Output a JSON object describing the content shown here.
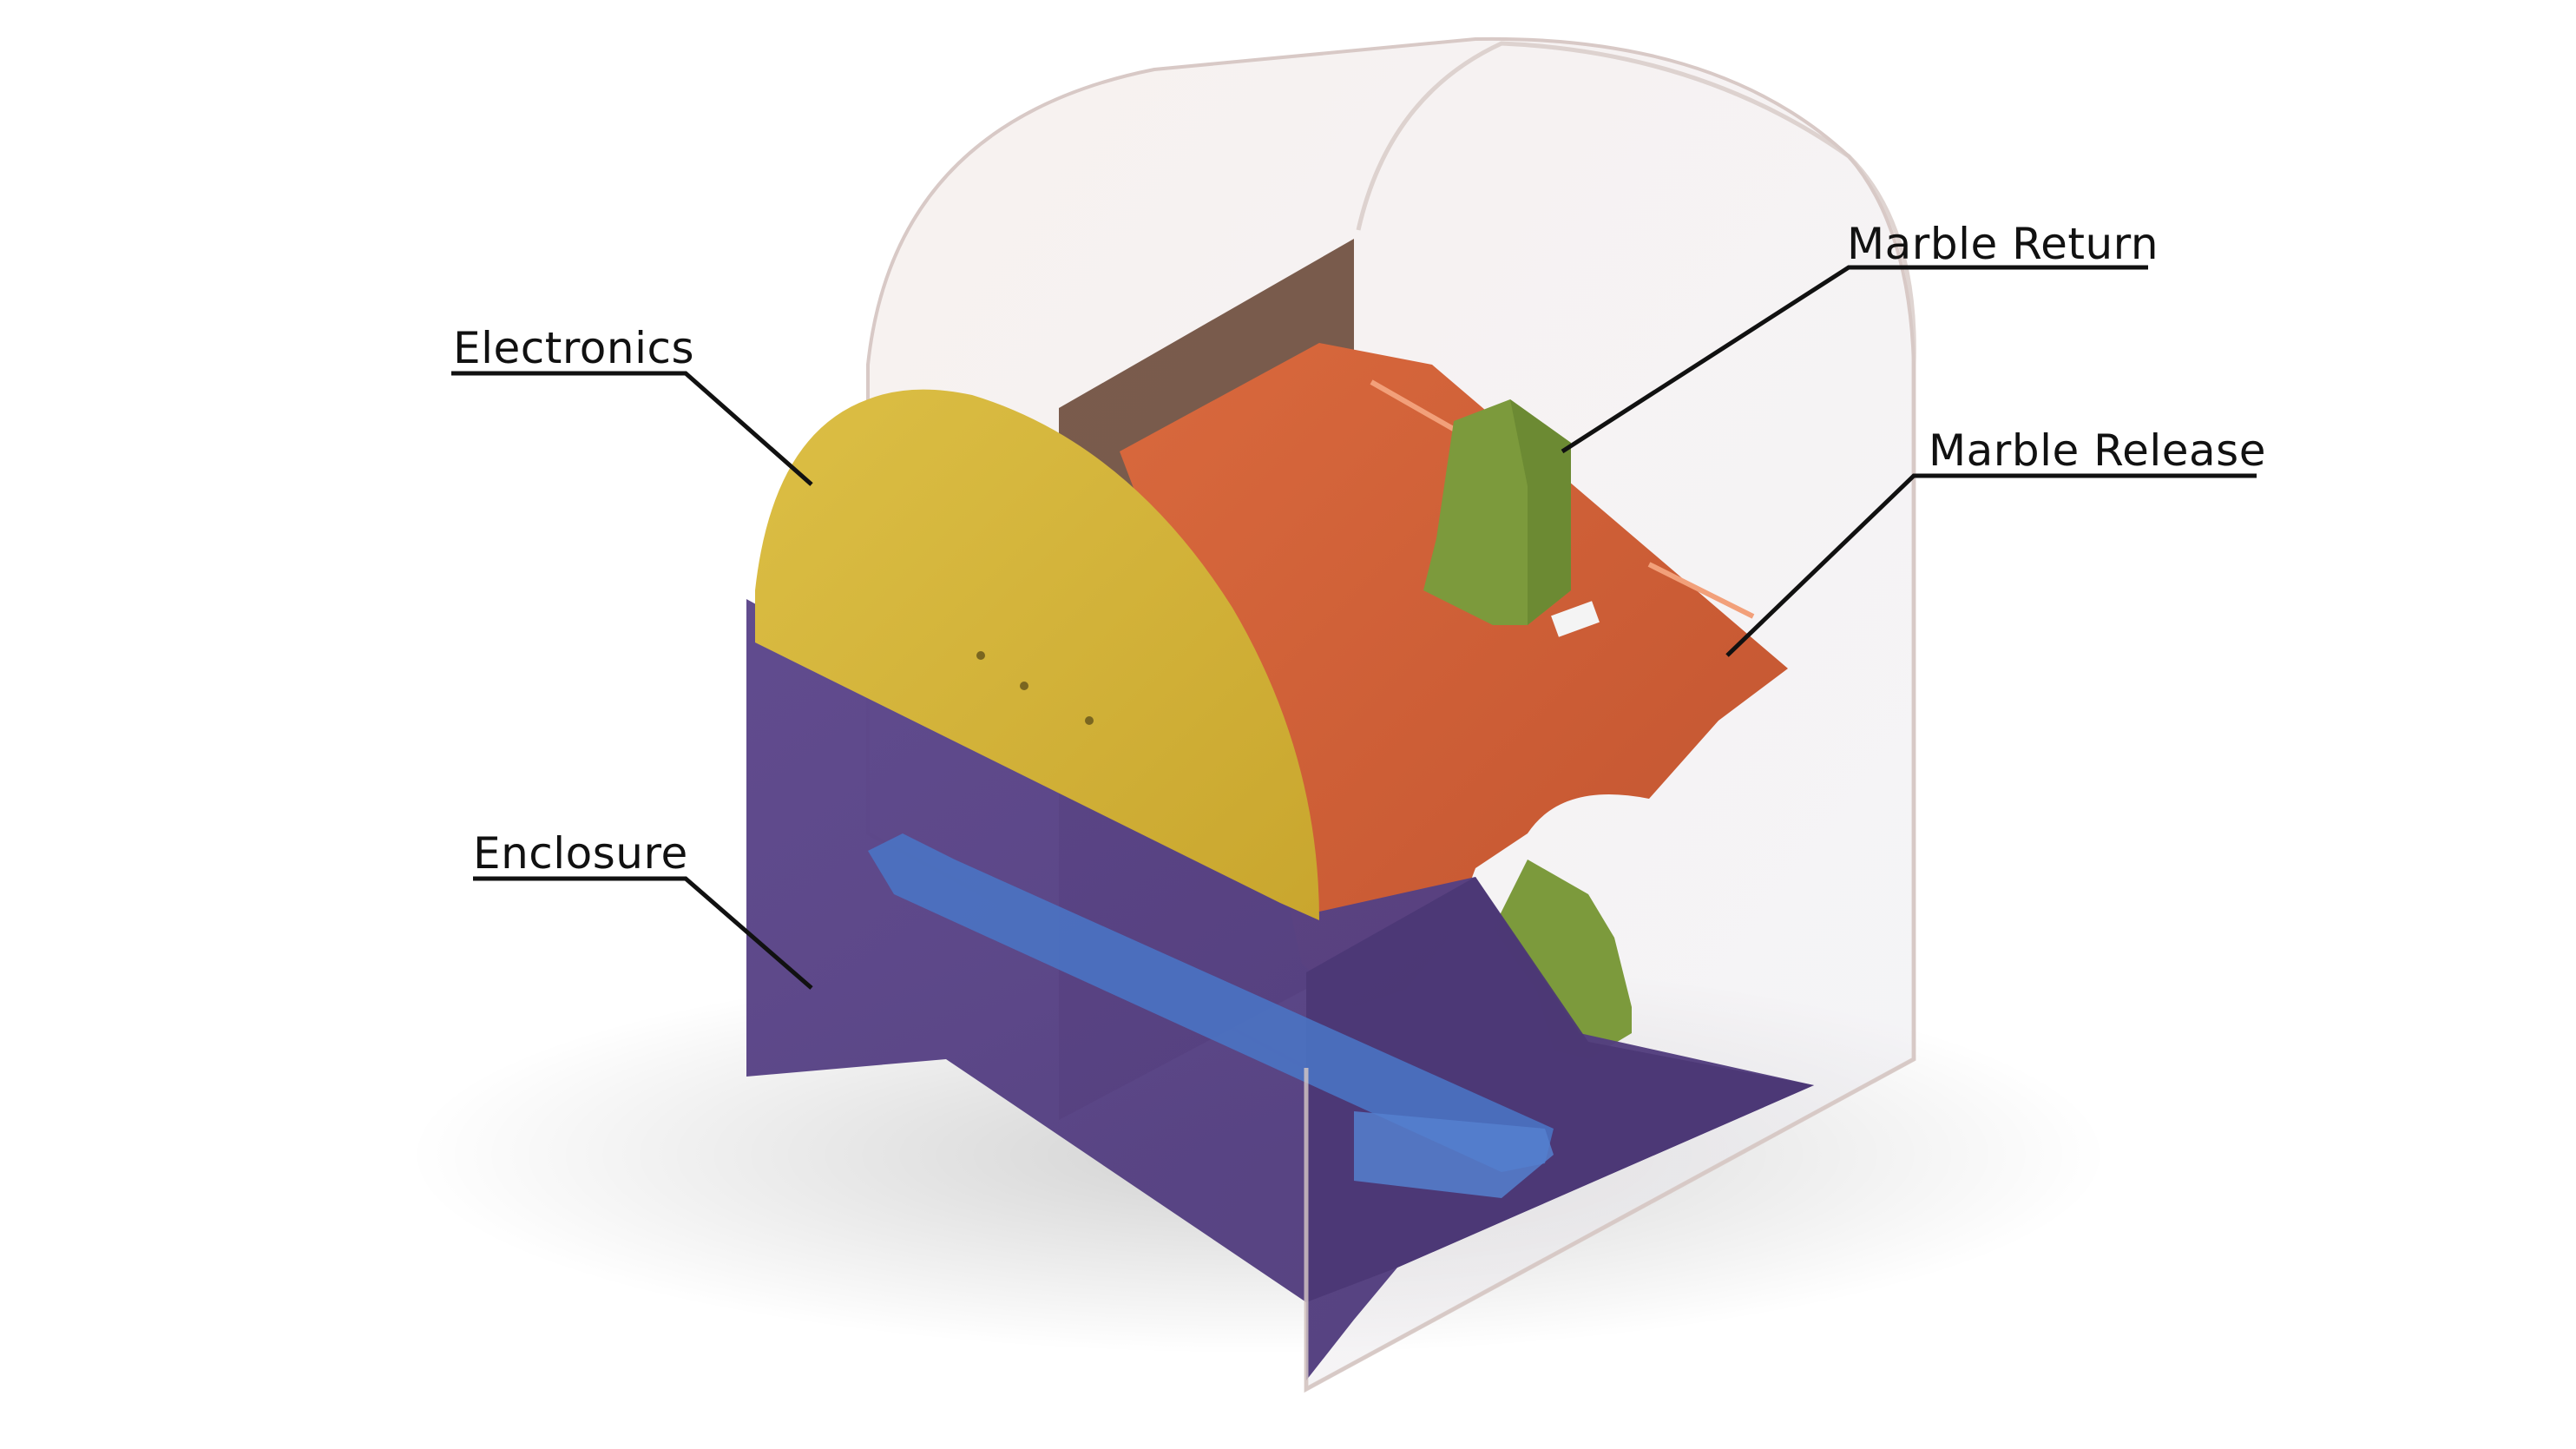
{
  "diagram": {
    "colors": {
      "electronics": "#d8b73a",
      "marble_release": "#d4633a",
      "marble_return": "#7a9a3a",
      "enclosure": "#5a4487",
      "chute": "#4b72c2",
      "back_panel": "#6b4a3a",
      "shell": "#e9dcd8",
      "leader": "#111111"
    },
    "labels": {
      "electronics": "Electronics",
      "enclosure": "Enclosure",
      "marble_return": "Marble Return",
      "marble_release": "Marble Release"
    }
  }
}
